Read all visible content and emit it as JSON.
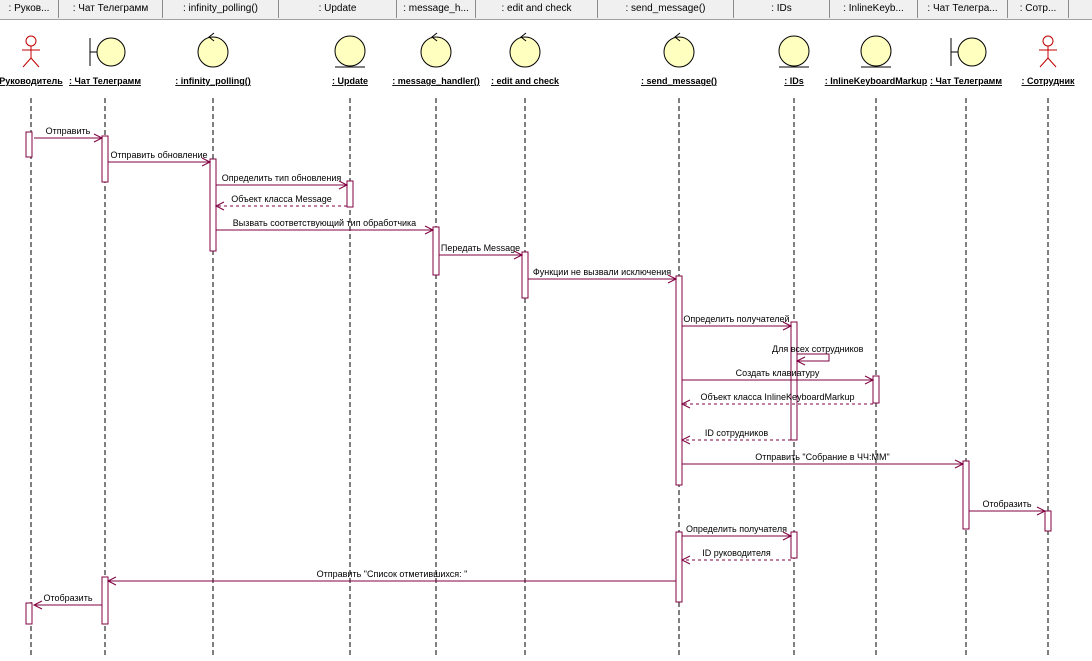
{
  "header": {
    "cells": [
      ": Руков...",
      ": Чат Телеграмм",
      ": infinity_polling()",
      ": Update",
      ": message_h...",
      ": edit and check",
      ": send_message()",
      ": IDs",
      ": InlineKeyb...",
      ": Чат Телегра...",
      ": Сотр..."
    ]
  },
  "objects": [
    {
      "kind": "actor",
      "label": "Руководитель"
    },
    {
      "kind": "boundary",
      "label": ": Чат Телеграмм"
    },
    {
      "kind": "control",
      "label": ": infinity_polling()"
    },
    {
      "kind": "entity",
      "label": ": Update"
    },
    {
      "kind": "control",
      "label": ": message_handler()"
    },
    {
      "kind": "control",
      "label": ": edit and check"
    },
    {
      "kind": "control",
      "label": ": send_message()"
    },
    {
      "kind": "entity",
      "label": ": IDs"
    },
    {
      "kind": "entity",
      "label": ": InlineKeyboardMarkup"
    },
    {
      "kind": "boundary",
      "label": ": Чат Телеграмм"
    },
    {
      "kind": "actor",
      "label": ": Сотрудник"
    }
  ],
  "messages": [
    {
      "from": 0,
      "to": 1,
      "text": "Отправить",
      "style": "solid"
    },
    {
      "from": 1,
      "to": 2,
      "text": "Отправить обновление",
      "style": "solid"
    },
    {
      "from": 2,
      "to": 3,
      "text": "Определить тип обновления",
      "style": "solid"
    },
    {
      "from": 3,
      "to": 2,
      "text": "Объект класса Message",
      "style": "dashed"
    },
    {
      "from": 2,
      "to": 4,
      "text": "Вызвать соответствующий тип обработчика",
      "style": "solid"
    },
    {
      "from": 4,
      "to": 5,
      "text": "Передать Message",
      "style": "solid"
    },
    {
      "from": 5,
      "to": 6,
      "text": "Функции не вызвали исключения",
      "style": "solid"
    },
    {
      "from": 6,
      "to": 7,
      "text": "Определить получателей",
      "style": "solid"
    },
    {
      "from": 7,
      "to": 7,
      "text": "Для всех сотрудников",
      "style": "self"
    },
    {
      "from": 6,
      "to": 8,
      "text": "Создать клавиатуру",
      "style": "solid"
    },
    {
      "from": 8,
      "to": 6,
      "text": "Объект класса InlineKeyboardMarkup",
      "style": "dashed"
    },
    {
      "from": 7,
      "to": 6,
      "text": "ID сотрудников",
      "style": "dashed"
    },
    {
      "from": 6,
      "to": 9,
      "text": "Отправить \"Собрание в ЧЧ:ММ\"",
      "style": "solid"
    },
    {
      "from": 9,
      "to": 10,
      "text": "Отобразить",
      "style": "solid"
    },
    {
      "from": 6,
      "to": 7,
      "text": "Определить получателя",
      "style": "solid"
    },
    {
      "from": 7,
      "to": 6,
      "text": "ID руководителя",
      "style": "dashed"
    },
    {
      "from": 6,
      "to": 1,
      "text": "Отправить \"Список отметившихся: \"",
      "style": "solid"
    },
    {
      "from": 1,
      "to": 0,
      "text": "Отобразить",
      "style": "solid"
    }
  ],
  "colors": {
    "line": "#800040",
    "dashed": "#800040",
    "icon_fill": "#ffffc0",
    "icon_stroke": "#000000",
    "header_bg": "#f0f0f0"
  }
}
